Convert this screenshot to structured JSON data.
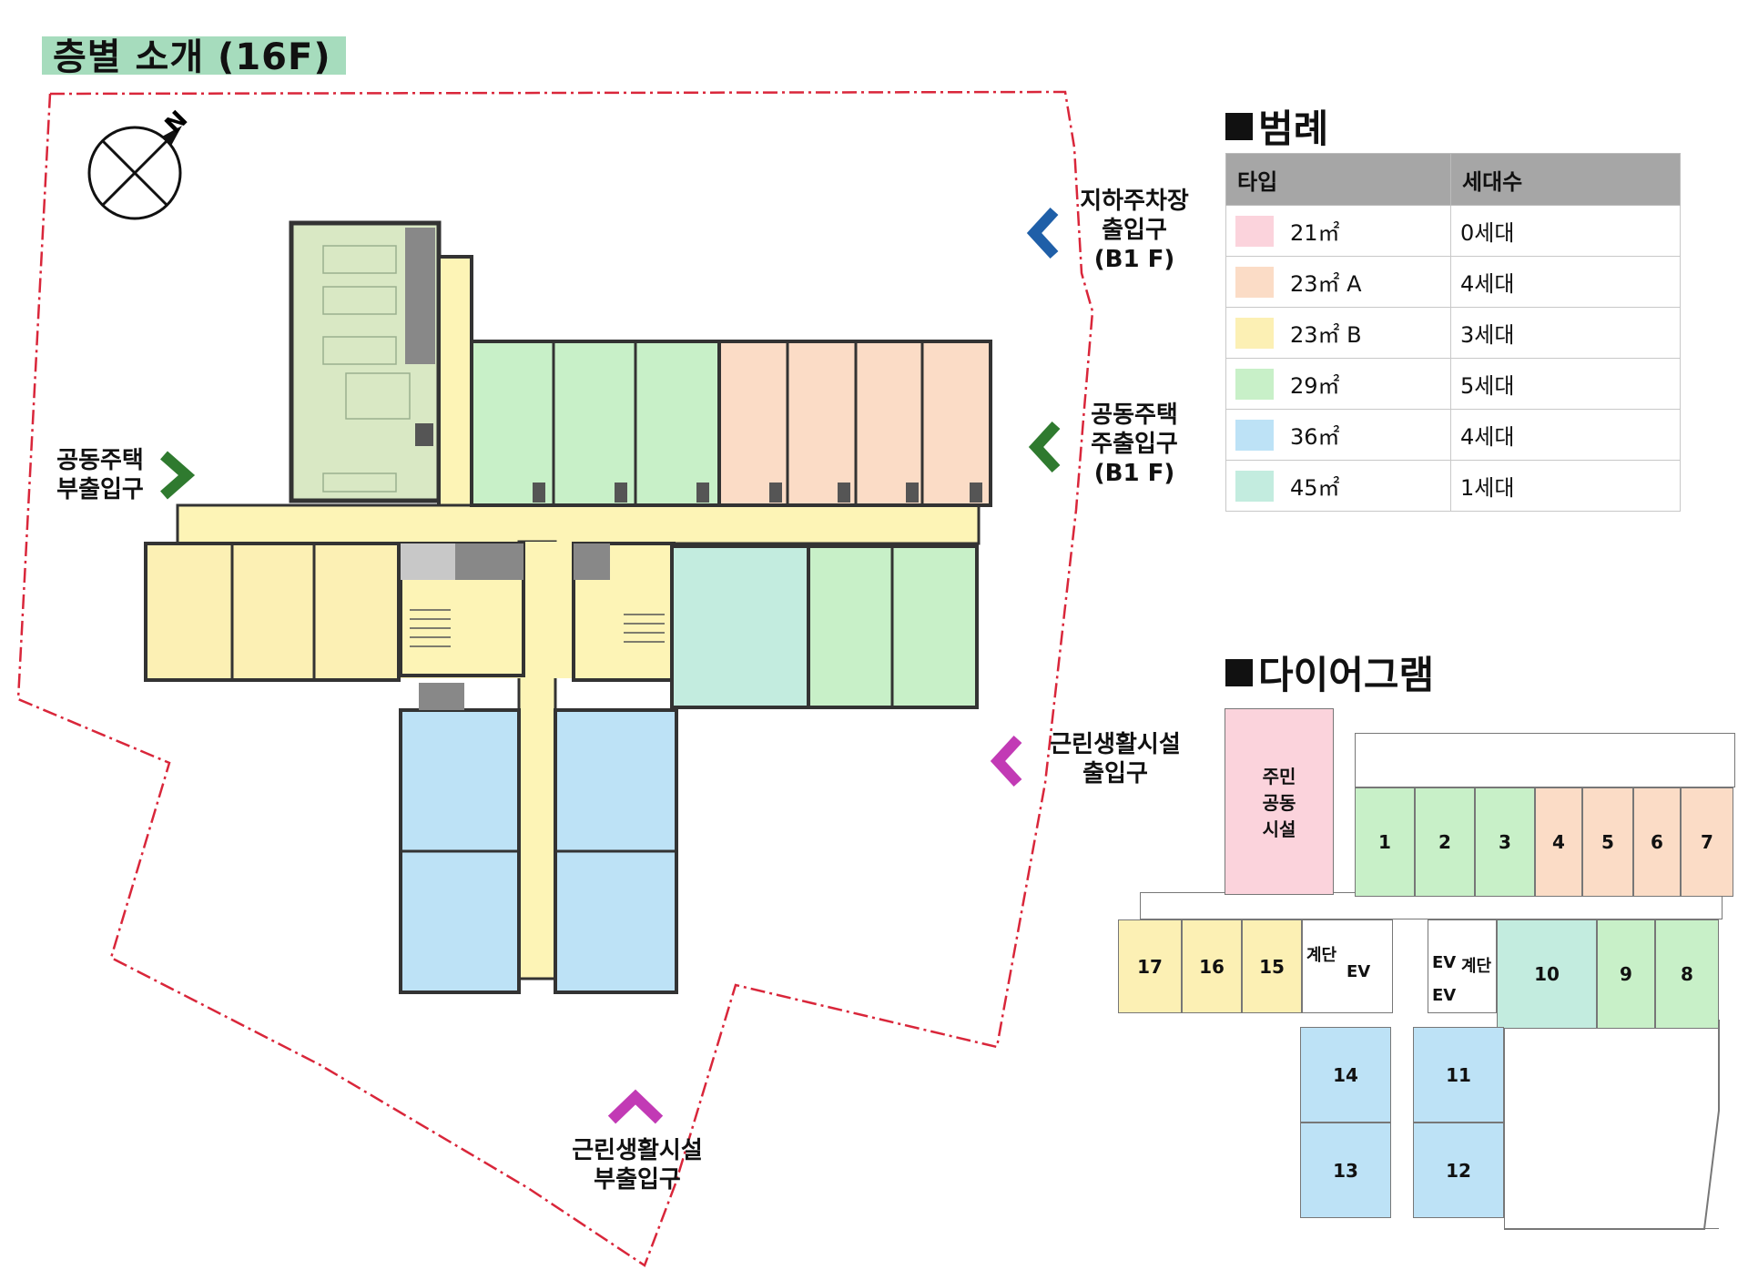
{
  "title": "층별 소개 (16F)",
  "north": "N",
  "colors": {
    "t21": "#fbd3dc",
    "t23a": "#fbdcc6",
    "t23b": "#fcf0b4",
    "t29": "#c8f0c8",
    "t36": "#bde2f6",
    "t45": "#c3ecdf",
    "corridor": "#fdf4b6",
    "green_room": "#d9e8c4",
    "core": "#c8c8c8",
    "site_line": "#d9263a",
    "wall": "#333333"
  },
  "entries": {
    "parking": "지하주차장\n출입구\n(B1 F)",
    "apt_main": "공동주택\n주출입구\n(B1 F)",
    "apt_sub": "공동주택\n부출입구",
    "retail_main": "근린생활시설\n출입구",
    "retail_sub": "근린생활시설\n부출입구"
  },
  "legend": {
    "title": "범례",
    "header": [
      "타입",
      "세대수"
    ],
    "rows": [
      {
        "type": "21㎡",
        "count": "0세대",
        "color": "#fbd3dc"
      },
      {
        "type": "23㎡ A",
        "count": "4세대",
        "color": "#fbdcc6"
      },
      {
        "type": "23㎡ B",
        "count": "3세대",
        "color": "#fcf0b4"
      },
      {
        "type": "29㎡",
        "count": "5세대",
        "color": "#c8f0c8"
      },
      {
        "type": "36㎡",
        "count": "4세대",
        "color": "#bde2f6"
      },
      {
        "type": "45㎡",
        "count": "1세대",
        "color": "#c3ecdf"
      }
    ]
  },
  "diagram": {
    "title": "다이어그램",
    "community": "주민\n공동\n시설",
    "units": [
      "1",
      "2",
      "3",
      "4",
      "5",
      "6",
      "7",
      "8",
      "9",
      "10",
      "11",
      "12",
      "13",
      "14",
      "15",
      "16",
      "17"
    ],
    "stairs": "계단",
    "ev": "EV"
  }
}
